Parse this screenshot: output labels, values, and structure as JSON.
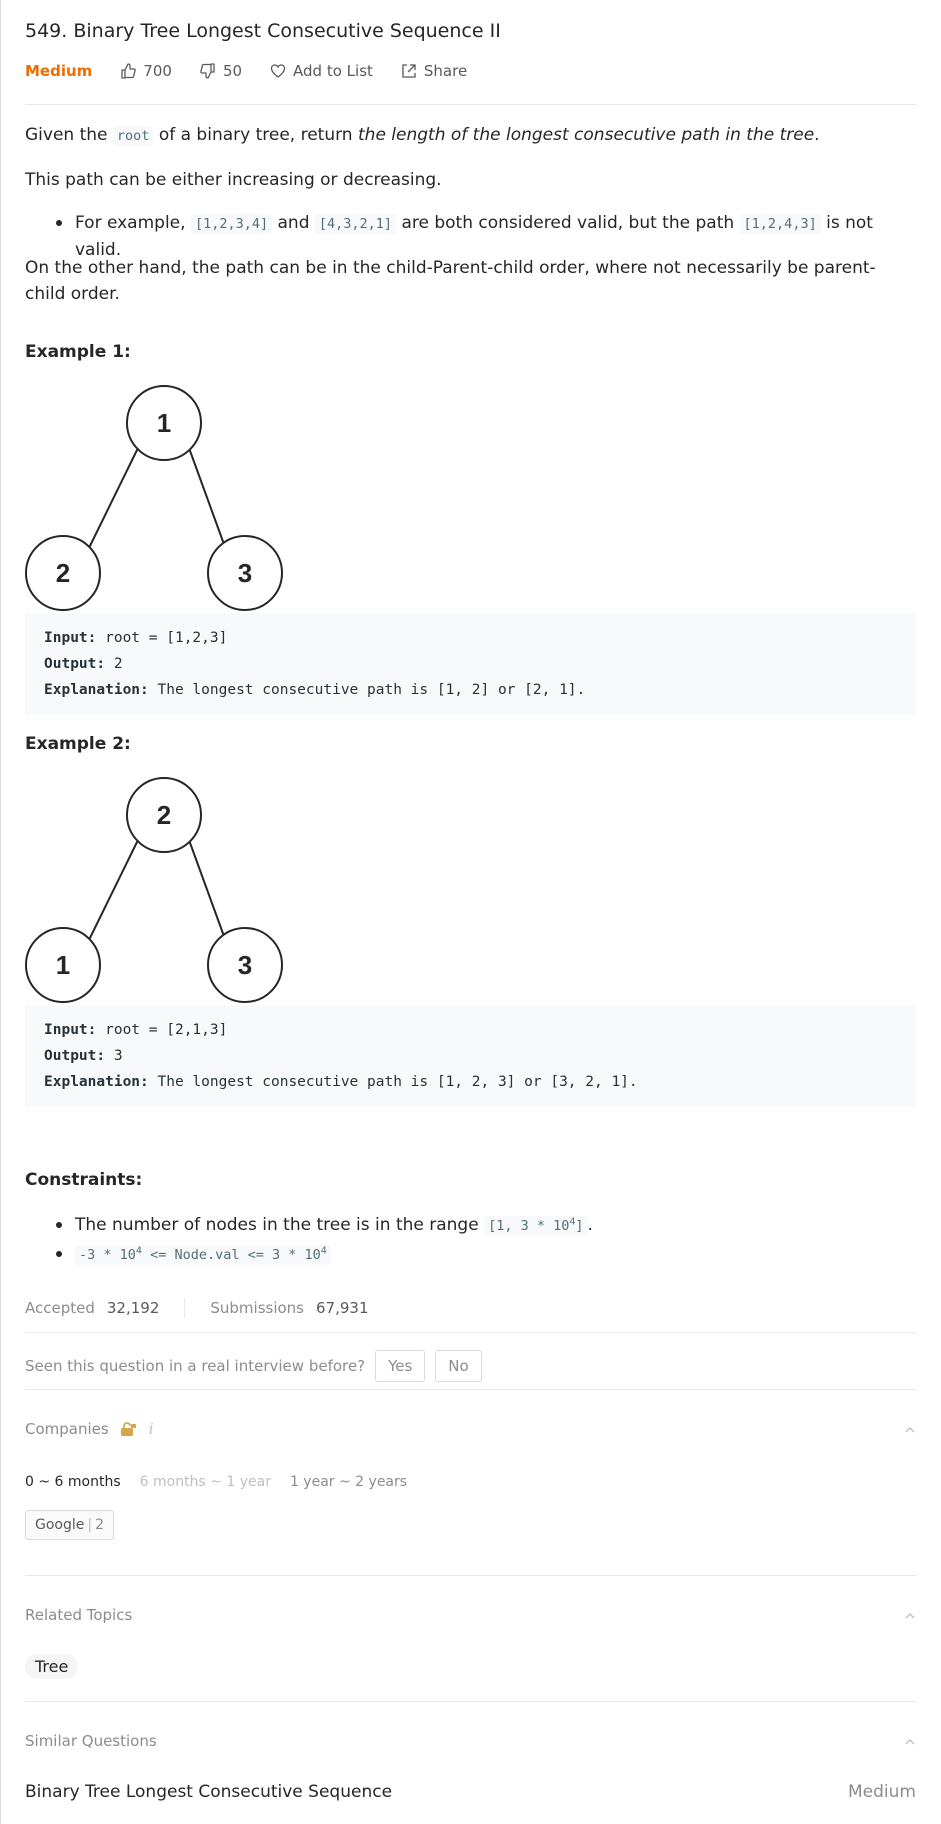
{
  "problem": {
    "title": "549. Binary Tree Longest Consecutive Sequence II",
    "difficulty": "Medium",
    "likes": "700",
    "dislikes": "50",
    "add_to_list": "Add to List",
    "share": "Share"
  },
  "description": {
    "p1_before": "Given the ",
    "p1_code": "root",
    "p1_mid": " of a binary tree, return ",
    "p1_em": "the length of the longest consecutive path in the tree",
    "p1_end": ".",
    "p2": "This path can be either increasing or decreasing.",
    "bullet_before": "For example, ",
    "bullet_code1": "[1,2,3,4]",
    "bullet_and": " and ",
    "bullet_code2": "[4,3,2,1]",
    "bullet_mid": " are both considered valid, but the path ",
    "bullet_code3": "[1,2,4,3]",
    "bullet_end": " is not valid.",
    "p3": "On the other hand, the path can be in the child-Parent-child order, where not necessarily be parent-child order."
  },
  "examples": [
    {
      "heading": "Example 1:",
      "tree": {
        "root": "1",
        "left": "2",
        "right": "3"
      },
      "input_label": "Input:",
      "input": " root = [1,2,3]",
      "output_label": "Output:",
      "output": " 2",
      "explanation_label": "Explanation:",
      "explanation": " The longest consecutive path is [1, 2] or [2, 1]."
    },
    {
      "heading": "Example 2:",
      "tree": {
        "root": "2",
        "left": "1",
        "right": "3"
      },
      "input_label": "Input:",
      "input": " root = [2,1,3]",
      "output_label": "Output:",
      "output": " 3",
      "explanation_label": "Explanation:",
      "explanation": " The longest consecutive path is [1, 2, 3] or [3, 2, 1]."
    }
  ],
  "constraints": {
    "heading": "Constraints:",
    "c1_text": "The number of nodes in the tree is in the range ",
    "c1_code_pre": "[1, 3 * 10",
    "c1_code_sup": "4",
    "c1_code_post": "]",
    "c1_end": ".",
    "c2_code_a": "-3 * 10",
    "c2_sup_a": "4",
    "c2_code_b": " <= Node.val <= 3 * 10",
    "c2_sup_b": "4"
  },
  "stats": {
    "accepted_label": "Accepted",
    "accepted": "32,192",
    "submissions_label": "Submissions",
    "submissions": "67,931"
  },
  "interview": {
    "question": "Seen this question in a real interview before?",
    "yes": "Yes",
    "no": "No"
  },
  "companies": {
    "title": "Companies",
    "info": "i",
    "periods": [
      "0 ~ 6 months",
      "6 months ~ 1 year",
      "1 year ~ 2 years"
    ],
    "tag_name": "Google",
    "tag_sep": "|",
    "tag_count": "2"
  },
  "related": {
    "title": "Related Topics",
    "topics": [
      "Tree"
    ]
  },
  "similar": {
    "title": "Similar Questions",
    "items": [
      {
        "name": "Binary Tree Longest Consecutive Sequence",
        "difficulty": "Medium"
      }
    ]
  },
  "colors": {
    "difficulty_medium": "#ef6c00",
    "code_bg": "#f7f9fa",
    "muted": "#8c8c8c"
  }
}
